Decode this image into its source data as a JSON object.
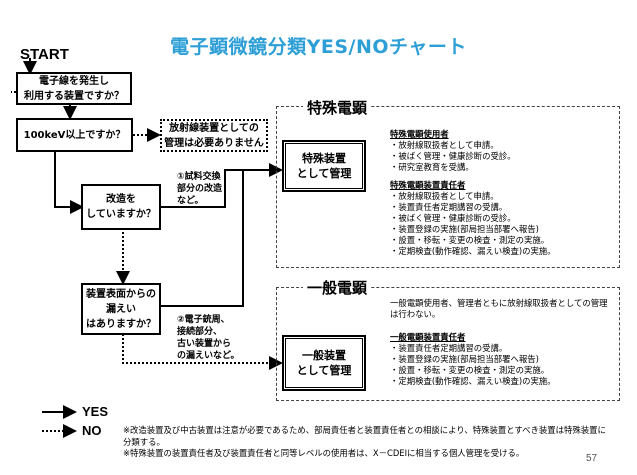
{
  "title": "電子顕微鏡分類YES/NOチャート",
  "start_label": "START",
  "nodes": {
    "q1": "電子線を発生し\n利用する装置ですか？",
    "q2": "100keV以上ですか？",
    "no_regulation": "放射線装置としての\n管理は必要ありません",
    "q3": "改造を\nしていますか？",
    "q3_note": "①試料交換\n部分の改造\nなど。",
    "q4": "装置表面からの\n漏えい\nはありますか？",
    "q4_note": "②電子銃周、\n接続部分、\n古い装置から\nの漏えいなど。"
  },
  "special": {
    "region_title": "特殊電顕",
    "box_label": "特殊装置\nとして管理",
    "user_heading": "特殊電顕使用者",
    "user_items": [
      "・放射線取扱者として申請。",
      "・被ばく管理・健康診断の受診。",
      "・研究室教育を受講。"
    ],
    "manager_heading": "特殊電顕装置責任者",
    "manager_items": [
      "・放射線取扱者として申請。",
      "・装置責任者定期講習の受講。",
      "・被ばく管理・健康診断の受診。",
      "・装置登録の実施(部局担当部署へ報告)",
      "・設置・移転・変更の検査・測定の実施。",
      "・定期検査(動作確認、漏えい検査)の実施。"
    ]
  },
  "general": {
    "region_title": "一般電顕",
    "box_label": "一般装置\nとして管理",
    "user_note": "一般電顕使用者、管理者ともに放射線取扱者としての管理\nは行わない。",
    "manager_heading": "一般電顕装置責任者",
    "manager_items": [
      "・装置責任者定期講習の受講。",
      "・装置登録の実施(部局担当部署へ報告)",
      "・設置・移転・変更の検査・測定の実施。",
      "・定期検査(動作確認、漏えい検査)の実施。"
    ]
  },
  "legend": {
    "yes": "YES",
    "no": "NO"
  },
  "notes": [
    "※改造装置及び中古装置は注意が必要であるため、部局責任者と装置責任者との相談により、特殊装置とすべき装置は特殊装置に\n分類する。",
    "※特殊装置の装置責任者及び装置責任者と同等レベルの使用者は、X－CDEIに相当する個人管理を受ける。"
  ],
  "page_number": "57",
  "colors": {
    "title": "#2d9fd6"
  }
}
